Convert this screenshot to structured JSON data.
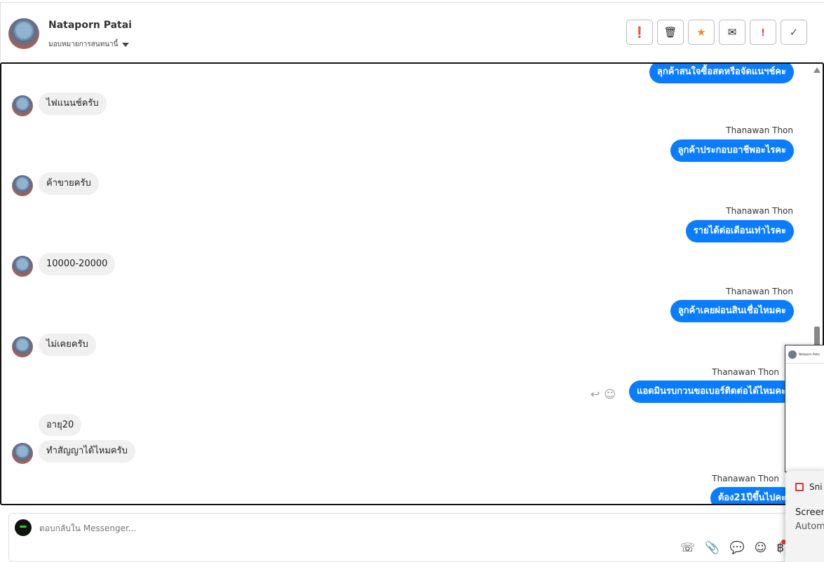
{
  "header": {
    "name": "Nataporn Patai",
    "assign_label": "มอบหมายการสนทนานี้"
  },
  "actions": [
    {
      "name": "spam",
      "glyph": "❗",
      "color": "#222"
    },
    {
      "name": "delete",
      "glyph": "🗑",
      "color": "#222"
    },
    {
      "name": "star",
      "glyph": "★",
      "color": "#f08a24"
    },
    {
      "name": "mark-unread",
      "glyph": "✉",
      "color": "#222"
    },
    {
      "name": "follow-up",
      "glyph": "!",
      "color": "#d33"
    },
    {
      "name": "done",
      "glyph": "✓",
      "color": "#555"
    }
  ],
  "messages": [
    {
      "dir": "out",
      "text": "ลุกค้าสนใจซื้อสดหรือจัดแนฯช์คะ"
    },
    {
      "dir": "in",
      "text": "ไฟแนนช์ครับ"
    },
    {
      "dir": "out",
      "sender": "Thanawan Thon",
      "text": "ลูกค้าประกอบอาชีพอะไรคะ"
    },
    {
      "dir": "in",
      "text": "ค้าขายครับ"
    },
    {
      "dir": "out",
      "sender": "Thanawan Thon",
      "text": "รายได้ต่อเดือนเท่าไรคะ"
    },
    {
      "dir": "in",
      "text": "10000-20000"
    },
    {
      "dir": "out",
      "sender": "Thanawan Thon",
      "text": "ลูกค้าเคยผ่อนสินเชื่อไหมคะ"
    },
    {
      "dir": "in",
      "text": "ไม่เคยครับ"
    },
    {
      "dir": "out",
      "sender": "Thanawan Thon",
      "text": "แอดมินรบกวนขอเบอร์ติดต่อได้ไหมคะ"
    },
    {
      "dir": "in",
      "text": "อายุ20"
    },
    {
      "dir": "in",
      "text": "ทำสัญญาได้ไหมครับ"
    },
    {
      "dir": "out",
      "sender": "Thanawan Thon",
      "text": "ต้อง21ปีขึ้นไปคะ"
    }
  ],
  "composer": {
    "placeholder": "ตอบกลับใน Messenger..."
  },
  "tools": {
    "call": "☏",
    "attach": "📎",
    "chat": "💬",
    "emoji": "☺",
    "baht": "฿"
  },
  "hover_icons": {
    "reply": "↩",
    "react": "☺"
  },
  "overlay": {
    "thumb_name": "Nataporn Patai",
    "app": "Sni",
    "title": "Screen",
    "body": "Autom"
  }
}
